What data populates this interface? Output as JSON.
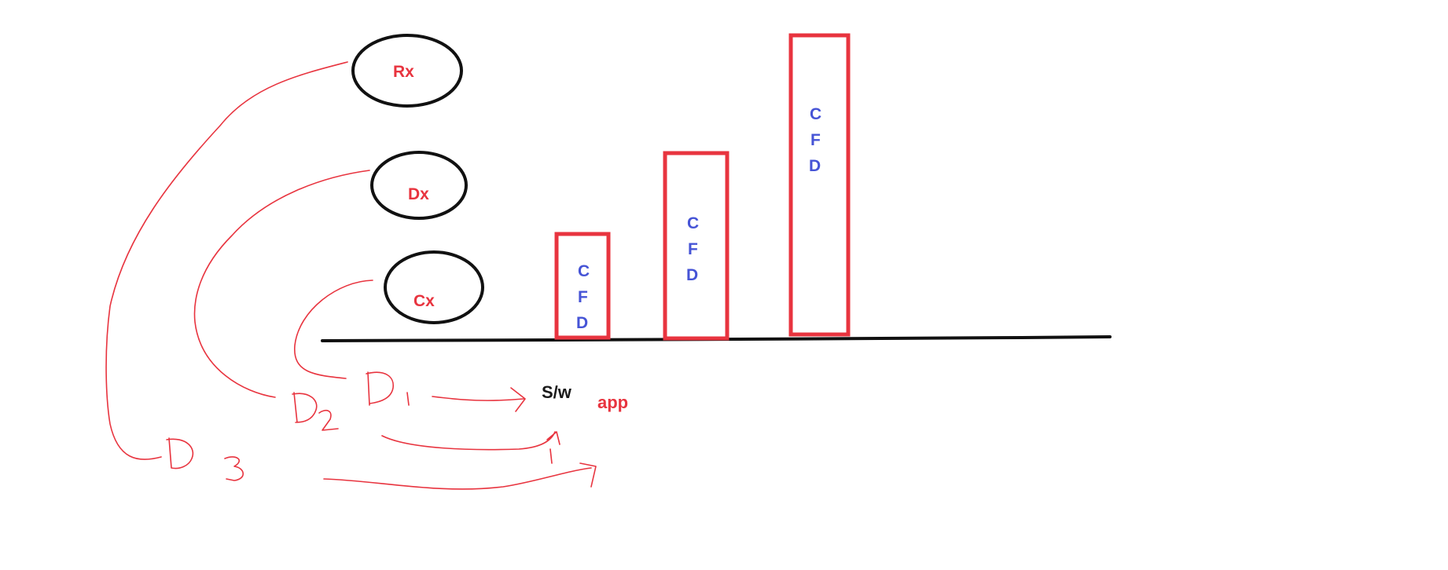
{
  "colors": {
    "ink": "#111111",
    "red": "#e8343f",
    "blue": "#4654d6"
  },
  "ellipses": [
    {
      "id": "rx",
      "label": "Rx"
    },
    {
      "id": "dx",
      "label": "Dx"
    },
    {
      "id": "cx",
      "label": "Cx"
    }
  ],
  "boxes": [
    {
      "id": "box-1",
      "lines": [
        "C",
        "F",
        "D"
      ]
    },
    {
      "id": "box-2",
      "lines": [
        "C",
        "F",
        "D"
      ]
    },
    {
      "id": "box-3",
      "lines": [
        "C",
        "F",
        "D"
      ]
    }
  ],
  "handwriting": {
    "d1": "D1",
    "d2": "D2",
    "d3": "D3"
  },
  "target": {
    "sw": "S/w",
    "app": "app"
  }
}
